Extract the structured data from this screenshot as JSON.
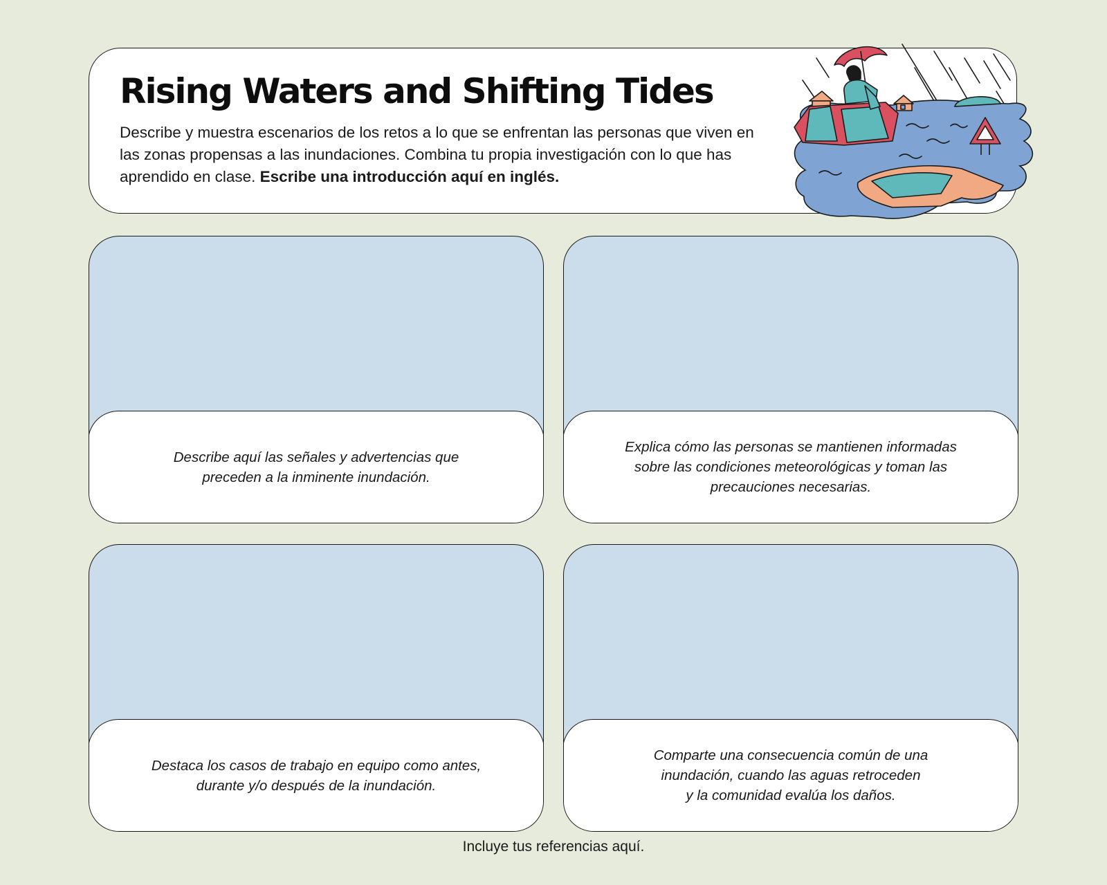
{
  "header": {
    "title": "Rising Waters and Shifting Tides",
    "intro_regular": "Describe y muestra escenarios de los retos a lo que se enfrentan las personas que viven en las zonas propensas a las inundaciones. Combina tu propia investigación con lo que has aprendido en clase. ",
    "intro_bold": "Escribe una introducción aquí en inglés.",
    "illustration_icon": "flood-illustration-icon"
  },
  "panels": [
    {
      "caption": "Describe aquí las señales y advertencias que\npreceden a la inminente inundación."
    },
    {
      "caption": "Explica cómo las personas se mantienen informadas\nsobre las condiciones meteorológicas y toman las\nprecauciones necesarias."
    },
    {
      "caption": "Destaca los casos de trabajo en equipo como antes,\ndurante y/o después de la inundación."
    },
    {
      "caption": "Comparte una consecuencia común de una\ninundación, cuando las aguas retroceden\ny la comunidad evalúa los daños."
    }
  ],
  "footer": {
    "references": "Incluye tus referencias aquí."
  },
  "colors": {
    "background": "#e7ebdc",
    "panel_fill": "#cbdcea",
    "card_fill": "#ffffff",
    "outline": "#1a1a1a",
    "water": "#7fa4d3",
    "teal": "#5fb8b9",
    "peach": "#f1a983",
    "red": "#d95060"
  }
}
